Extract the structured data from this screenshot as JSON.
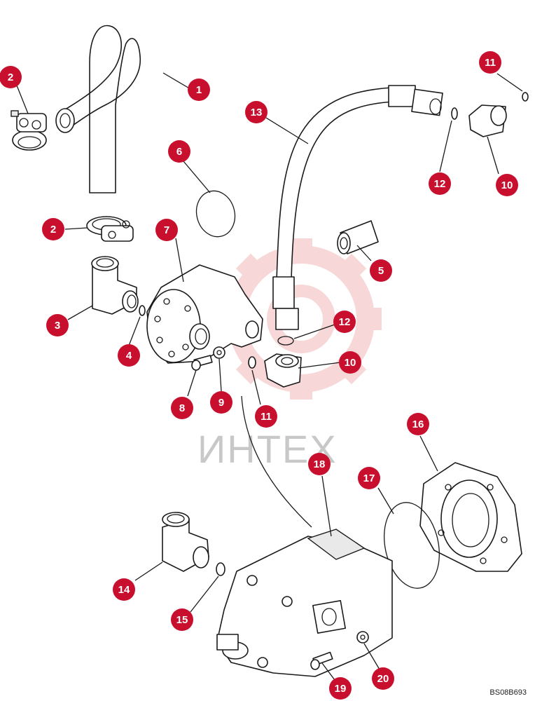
{
  "drawing_ref": "BS08B693",
  "watermark_text": "ИНТЕХ",
  "callouts": [
    {
      "id": "c1",
      "label": "1"
    },
    {
      "id": "c2a",
      "label": "2"
    },
    {
      "id": "c2b",
      "label": "2"
    },
    {
      "id": "c3",
      "label": "3"
    },
    {
      "id": "c4",
      "label": "4"
    },
    {
      "id": "c5",
      "label": "5"
    },
    {
      "id": "c6",
      "label": "6"
    },
    {
      "id": "c7",
      "label": "7"
    },
    {
      "id": "c8",
      "label": "8"
    },
    {
      "id": "c9",
      "label": "9"
    },
    {
      "id": "c10a",
      "label": "10"
    },
    {
      "id": "c10b",
      "label": "10"
    },
    {
      "id": "c11a",
      "label": "11"
    },
    {
      "id": "c11b",
      "label": "11"
    },
    {
      "id": "c12a",
      "label": "12"
    },
    {
      "id": "c12b",
      "label": "12"
    },
    {
      "id": "c13",
      "label": "13"
    },
    {
      "id": "c14",
      "label": "14"
    },
    {
      "id": "c15",
      "label": "15"
    },
    {
      "id": "c16",
      "label": "16"
    },
    {
      "id": "c17",
      "label": "17"
    },
    {
      "id": "c18",
      "label": "18"
    },
    {
      "id": "c19",
      "label": "19"
    },
    {
      "id": "c20",
      "label": "20"
    }
  ],
  "colors": {
    "callout_fill": "#c8102e",
    "watermark": "#f2b8b8"
  }
}
